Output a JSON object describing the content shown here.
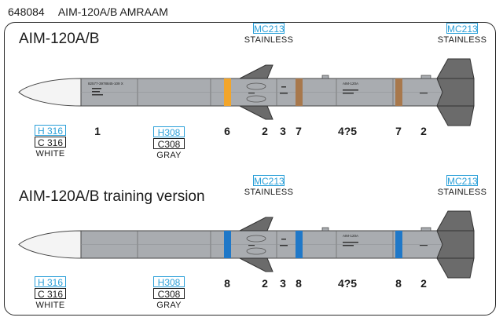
{
  "header": {
    "code": "648084",
    "title": "AIM-120A/B AMRAAM"
  },
  "sections": [
    {
      "title": "AIM-120A/B",
      "fin_callouts": [
        {
          "code": "MC213",
          "label": "STAINLESS"
        },
        {
          "code": "MC213",
          "label": "STAINLESS"
        }
      ],
      "nose": {
        "code_h": "H 316",
        "code_c": "C 316",
        "label": "WHITE"
      },
      "body": {
        "code_h": "H308",
        "code_c": "C308",
        "label": "GRAY"
      },
      "numbers": [
        "1",
        "6",
        "2",
        "3",
        "7",
        "4?5",
        "7",
        "2"
      ],
      "stencils": [
        "82577-3978845-109 X",
        "AIM-120A"
      ]
    },
    {
      "title": "AIM-120A/B training version",
      "fin_callouts": [
        {
          "code": "MC213",
          "label": "STAINLESS"
        },
        {
          "code": "MC213",
          "label": "STAINLESS"
        }
      ],
      "nose": {
        "code_h": "H 316",
        "code_c": "C 316",
        "label": "WHITE"
      },
      "body": {
        "code_h": "H308",
        "code_c": "C308",
        "label": "GRAY"
      },
      "numbers": [
        "8",
        "2",
        "3",
        "8",
        "4?5",
        "8",
        "2"
      ],
      "stencils": [
        "AIM-120A"
      ]
    }
  ],
  "colors": {
    "body_gray": "#a9acb0",
    "nose_white": "#f4f4f4",
    "fin_steel": "#6b6b6b",
    "band_orange": "#f2a52a",
    "band_brown": "#a8784c",
    "band_blue": "#1f78c8",
    "callout_blue": "#2a9fd8"
  }
}
